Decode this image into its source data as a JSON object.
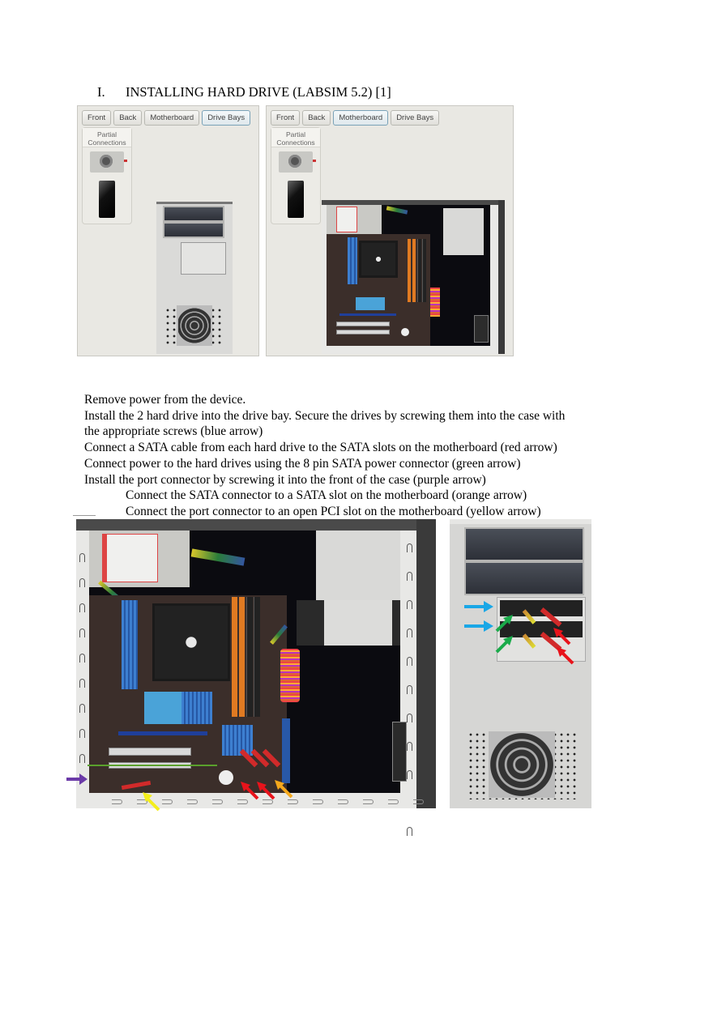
{
  "heading": {
    "number": "I.",
    "title": "INSTALLING HARD DRIVE (LABSIM 5.2) [1]"
  },
  "labsim_screenshots": [
    {
      "tabs": [
        {
          "label": "Front",
          "active": false
        },
        {
          "label": "Back",
          "active": false
        },
        {
          "label": "Motherboard",
          "active": false
        },
        {
          "label": "Drive Bays",
          "active": true
        }
      ],
      "side_panel": {
        "title_line1": "Partial",
        "title_line2": "Connections",
        "items": [
          "power-supply",
          "hard-drive"
        ]
      },
      "view": "drive-bays-front"
    },
    {
      "tabs": [
        {
          "label": "Front",
          "active": false
        },
        {
          "label": "Back",
          "active": false
        },
        {
          "label": "Motherboard",
          "active": true
        },
        {
          "label": "Drive Bays",
          "active": false
        }
      ],
      "side_panel": {
        "title_line1": "Partial",
        "title_line2": "Connections",
        "items": [
          "power-supply",
          "hard-drive"
        ]
      },
      "view": "motherboard-interior"
    }
  ],
  "instructions": [
    {
      "text": "Remove power from the device.",
      "indent": false
    },
    {
      "text": "Install the 2 hard drive into the drive bay. Secure the drives by screwing them into the case with",
      "indent": false
    },
    {
      "text": "the appropriate screws (blue arrow)",
      "indent": false
    },
    {
      "text": "Connect a SATA cable from each hard drive to the SATA slots on the motherboard (red arrow)",
      "indent": false
    },
    {
      "text": "Connect power to the hard drives using the 8 pin SATA power connector (green arrow)",
      "indent": false
    },
    {
      "text": "Install the port connector by screwing it into the front of the case (purple arrow)",
      "indent": false
    },
    {
      "text": "Connect the SATA connector to a SATA slot on the motherboard (orange arrow)",
      "indent": true
    },
    {
      "text": "Connect the port connector to an open PCI slot on the motherboard (yellow arrow)",
      "indent": true
    }
  ],
  "annotated_photos": {
    "arrow_colors": {
      "blue": "#1aa7e6",
      "red": "#e8131b",
      "green": "#1bab4b",
      "purple": "#6b3aa8",
      "orange": "#f5a81c",
      "yellow": "#f4ee1a"
    },
    "motherboard_photo_arrows": [
      "purple",
      "yellow",
      "red",
      "red",
      "orange"
    ],
    "drive_bay_photo_arrows": [
      "blue",
      "blue",
      "green",
      "green",
      "red",
      "red"
    ]
  }
}
